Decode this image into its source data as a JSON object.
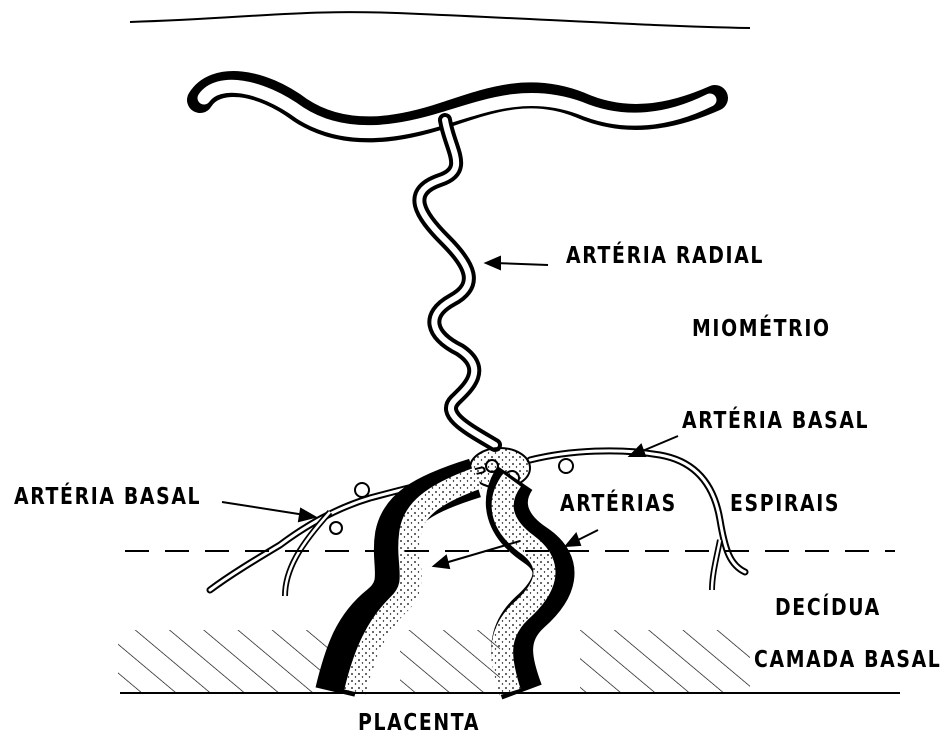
{
  "labels": {
    "arteria_radial": "ARTÉRIA RADIAL",
    "miometrio": "MIOMÉTRIO",
    "arteria_basal_right": "ARTÉRIA BASAL",
    "arteria_basal_left": "ARTÉRIA BASAL",
    "arterias": "ARTÉRIAS",
    "espirais": "ESPIRAIS",
    "decidua": "DECÍDUA",
    "camada_basal": "CAMADA BASAL",
    "placenta": "PLACENTA"
  },
  "colors": {
    "ink": "#000000",
    "paper": "#ffffff"
  }
}
